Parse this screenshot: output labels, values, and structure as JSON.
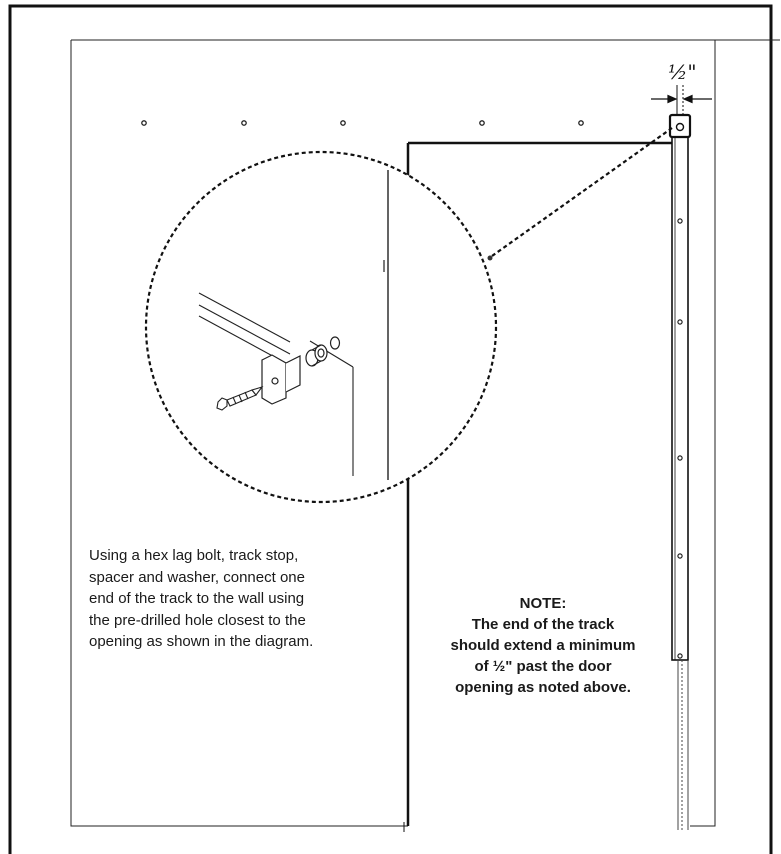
{
  "instructions": {
    "text": "Using a hex lag bolt, track stop, spacer and washer, connect one end of the track to the wall using the pre-drilled hole closest to the opening as shown in the diagram."
  },
  "note": {
    "title": "NOTE:",
    "line1": "The end of the track",
    "line2": "should extend a minimum",
    "line3": "of  ½\" past the door",
    "line4": "opening as noted above."
  },
  "dimension": {
    "label": "½\""
  },
  "colors": {
    "line": "#111111",
    "background": "#ffffff"
  }
}
